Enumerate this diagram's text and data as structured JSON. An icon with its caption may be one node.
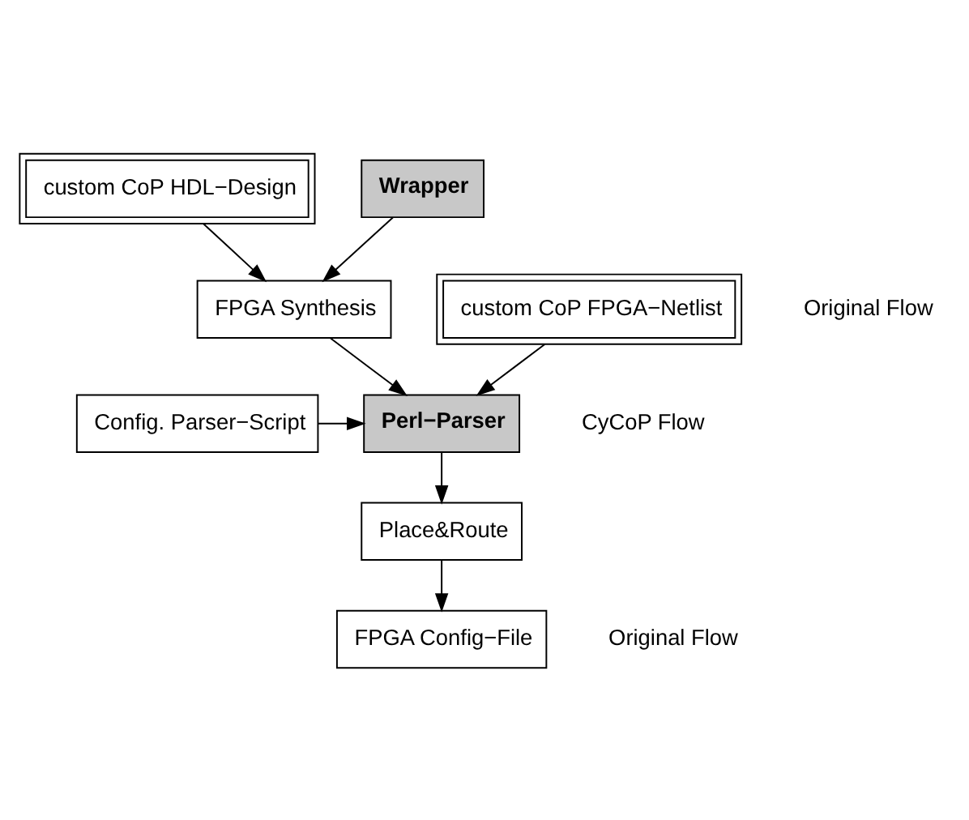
{
  "diagram": {
    "nodes": [
      {
        "text": [
          "custom CoP HDL−Design"
        ]
      },
      {
        "text": [
          "Wrapper"
        ]
      },
      {
        "text": [
          "FPGA Synthesis"
        ]
      },
      {
        "text": [
          "custom CoP FPGA−Netlist"
        ]
      },
      {
        "text": [
          "Config. Parser−Script"
        ]
      },
      {
        "text": [
          "Perl−Parser"
        ]
      },
      {
        "text": [
          "Place&Route"
        ]
      },
      {
        "text": [
          "FPGA Config−File"
        ]
      }
    ],
    "edges": [
      {
        "from": 0,
        "to": 2,
        "arrow": "to"
      },
      {
        "from": 1,
        "to": 2,
        "arrow": "to"
      },
      {
        "from": 2,
        "to": 5,
        "arrow": "to"
      },
      {
        "from": 3,
        "to": 5,
        "arrow": "to"
      },
      {
        "from": 4,
        "to": 5,
        "arrow": "to"
      },
      {
        "from": 5,
        "to": 6,
        "arrow": "to"
      },
      {
        "from": 6,
        "to": 7,
        "arrow": "to"
      }
    ],
    "labels": [
      "Original Flow",
      "CyCoP Flow",
      "Original Flow"
    ]
  }
}
